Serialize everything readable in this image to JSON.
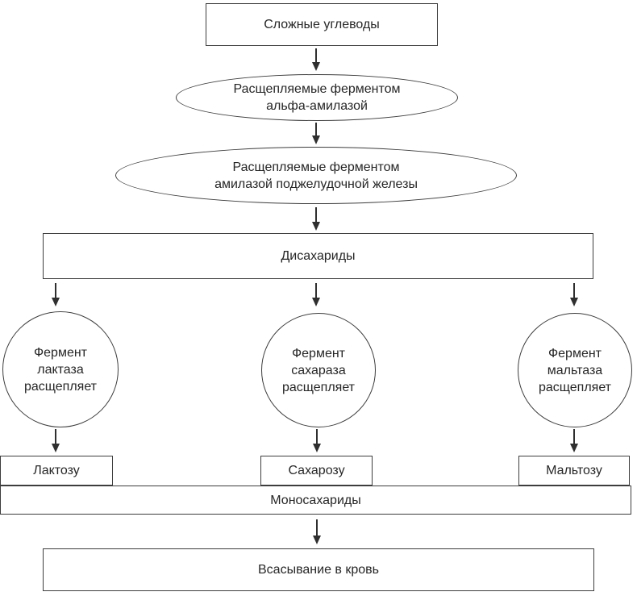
{
  "diagram": {
    "description": "flowchart-carbohydrate-digestion",
    "colors": {
      "background": "#ffffff",
      "stroke": "#3d3d3d",
      "arrow": "#2f2f2f",
      "text": "#262626"
    },
    "nodes": {
      "complex_carbs": {
        "label": "Сложные углеводы"
      },
      "ellipse_alpha": {
        "lines": [
          "Расщепляемые ферментом",
          "альфа-амилазой"
        ]
      },
      "ellipse_pancreatic": {
        "lines": [
          "Расщепляемые ферментом",
          "амилазой поджелудочной железы"
        ]
      },
      "disaccharides": {
        "label": "Дисахариды"
      },
      "circle_lactase": {
        "lines": [
          "Фермент",
          "лактаза",
          "расщепляет"
        ]
      },
      "circle_sucrase": {
        "lines": [
          "Фермент",
          "сахараза",
          "расщепляет"
        ]
      },
      "circle_maltase": {
        "lines": [
          "Фермент",
          "мальтаза",
          "расщепляет"
        ]
      },
      "lactose": {
        "label": "Лактозу"
      },
      "sucrose": {
        "label": "Сахарозу"
      },
      "maltose": {
        "label": "Мальтозу"
      },
      "monosaccharides": {
        "label": "Моносахариды"
      },
      "absorption": {
        "label": "Всасывание в кровь"
      }
    }
  }
}
